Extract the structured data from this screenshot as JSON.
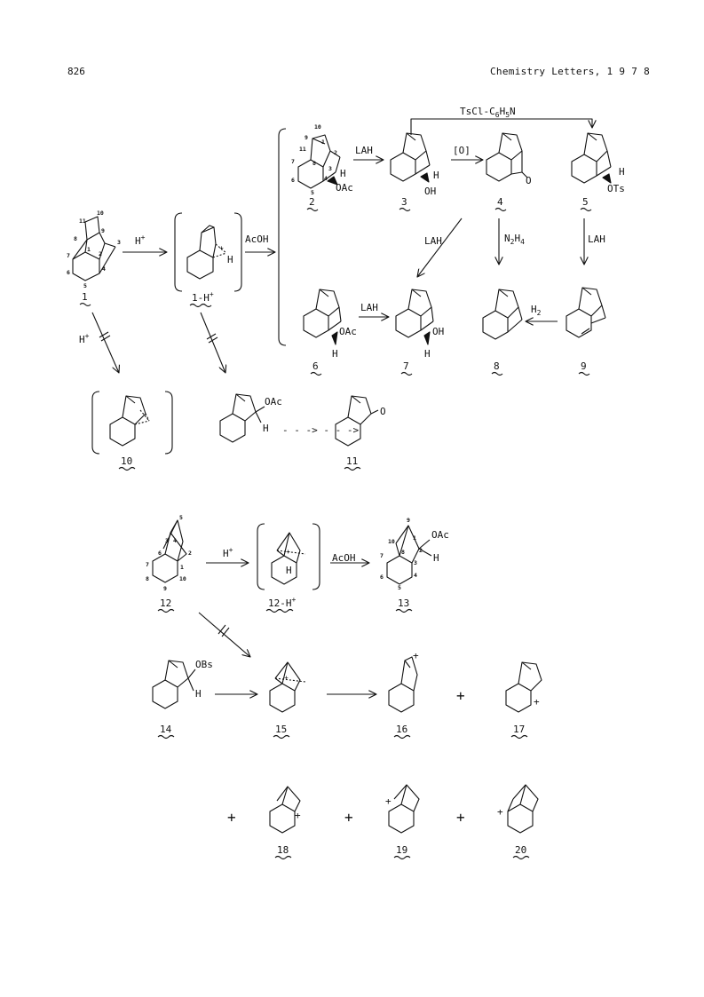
{
  "header": {
    "page_number": "826",
    "journal": "Chemistry  Letters,  1 9 7 8"
  },
  "labels": {
    "tscl": "TsCl-C",
    "tscl_sub": "6",
    "tscl_tail": "H",
    "tscl_sub2": "5",
    "tscl_end": "N",
    "lah": "LAH",
    "ox": "[O]",
    "acoh": "AcOH",
    "n2h4_n": "N",
    "n2h4_2": "2",
    "n2h4_h": "H",
    "n2h4_4": "4",
    "h2": "H",
    "h2_sub": "2",
    "hplus": "H",
    "plus_sup": "+",
    "oac": "OAc",
    "oh": "OH",
    "ots": "OTs",
    "obs": "OBs",
    "o": "O",
    "h": "H",
    "plus": "+",
    "minus": "-",
    "dash_arrow": "- - -> - - ->"
  },
  "compounds": {
    "c1": "1",
    "c1h": "1-H",
    "c2": "2",
    "c3": "3",
    "c4": "4",
    "c5": "5",
    "c6": "6",
    "c7": "7",
    "c8": "8",
    "c9": "9",
    "c10": "10",
    "c11": "11",
    "c12": "12",
    "c12h": "12-H",
    "c13": "13",
    "c14": "14",
    "c15": "15",
    "c16": "16",
    "c17": "17",
    "c18": "18",
    "c19": "19",
    "c20": "20"
  },
  "atom_numbers": {
    "n1": "1",
    "n2": "2",
    "n3": "3",
    "n4": "4",
    "n5": "5",
    "n6": "6",
    "n7": "7",
    "n8": "8",
    "n9": "9",
    "n10": "10",
    "n11": "11"
  }
}
